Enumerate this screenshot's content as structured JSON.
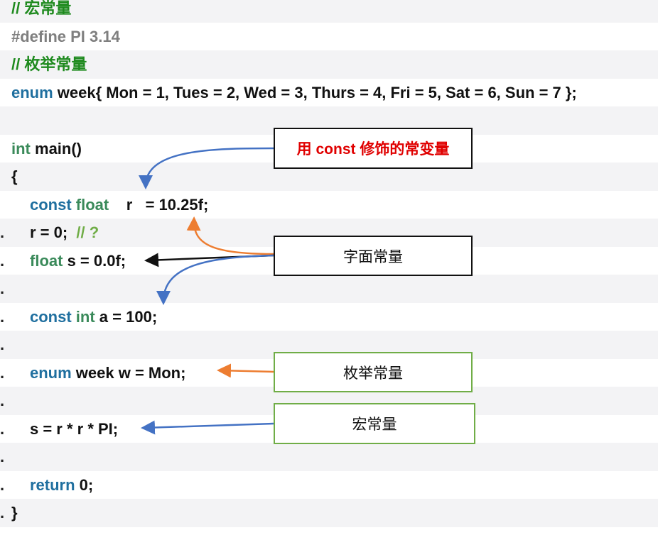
{
  "code_lines": {
    "l0": "// 宏常量",
    "l1": "#define PI 3.14",
    "l2": "// 枚举常量",
    "l3_kw": "enum",
    "l3_rest": " week{ Mon = 1, Tues = 2, Wed = 3, Thurs = 4, Fri = 5, Sat = 6, Sun = 7 };",
    "l5_ty": "int",
    "l5_rest": " main()",
    "l6": "{",
    "l7_kw": "const",
    "l7_ty": " float",
    "l7_rest": "    r   = 10.25f;",
    "l8": "r = 0;  ",
    "l8_cm": "// ?",
    "l9_ty": "float",
    "l9_rest": " s = 0.0f;",
    "l11_kw": "const",
    "l11_ty": " int",
    "l11_rest": " a = 100;",
    "l13_kw": "enum",
    "l13_rest": " week w = Mon;",
    "l15": "s = r * r * PI;",
    "l17_kw": "return",
    "l17_rest": " 0;",
    "l18": "}",
    "dot": "."
  },
  "callouts": {
    "const_var": "用 const  修饰的常变量",
    "literal": "字面常量",
    "enum_const": "枚举常量",
    "macro_const": "宏常量"
  },
  "colors": {
    "keyword": "#1f6f9f",
    "type": "#3a8a5a",
    "comment": "#1e8a1e",
    "arrow_blue": "#4472c4",
    "arrow_orange": "#ed7d31",
    "box_green": "#70ad47",
    "callout_red": "#e00000"
  }
}
